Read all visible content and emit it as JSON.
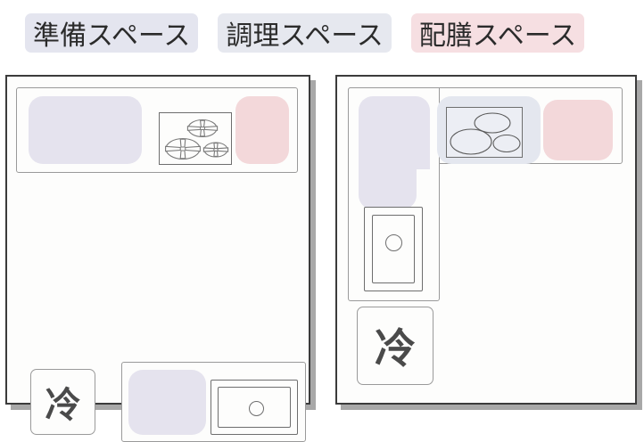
{
  "legend": {
    "items": [
      {
        "label": "準備スペース",
        "color": "#e4e5ef",
        "zone": "prep"
      },
      {
        "label": "調理スペース",
        "color": "#e6e8ef",
        "zone": "cook"
      },
      {
        "label": "配膳スペース",
        "color": "#f6dfe2",
        "zone": "serve"
      }
    ]
  },
  "diagrams": [
    {
      "id": "left-kitchen",
      "layout": "I-shaped",
      "cooktop_type": "gas-range",
      "burner_count": 3,
      "fridge_label": "冷",
      "sink_orientation": "horizontal",
      "zones": [
        "prep",
        "cook",
        "serve",
        "prep"
      ]
    },
    {
      "id": "right-kitchen",
      "layout": "L-shaped",
      "cooktop_type": "ih-cooktop",
      "burner_count": 3,
      "fridge_label": "冷",
      "sink_orientation": "vertical",
      "zones": [
        "prep",
        "cook",
        "serve"
      ]
    }
  ],
  "colors": {
    "prep": "#e5e3ee",
    "cook": "#e4e7ef",
    "serve": "#f3d8da",
    "panel_border": "#3b3b3b",
    "panel_shadow": "#a8a8a8",
    "outline": "#6e6e6e",
    "counter_outline": "#9a9a9a",
    "text": "#2b2b2b",
    "fridge_text": "#4a4a4a"
  }
}
